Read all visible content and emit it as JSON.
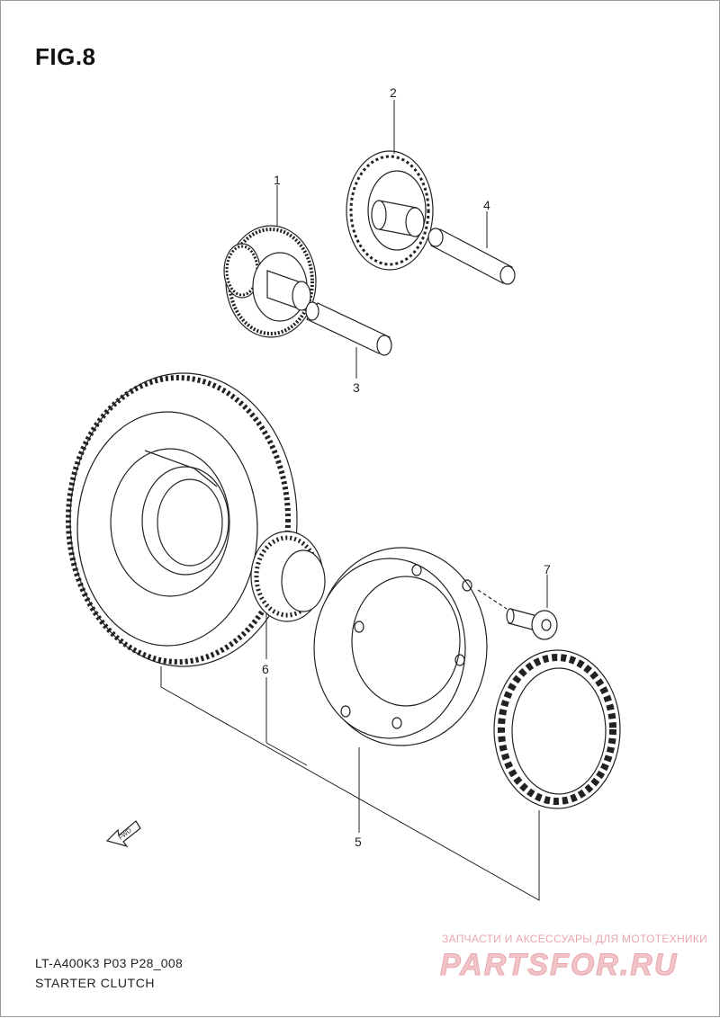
{
  "figure": {
    "title": "FIG.8"
  },
  "parts": [
    {
      "ref": "1"
    },
    {
      "ref": "2"
    },
    {
      "ref": "3"
    },
    {
      "ref": "4"
    },
    {
      "ref": "5"
    },
    {
      "ref": "6"
    },
    {
      "ref": "7"
    }
  ],
  "direction_arrow": {
    "label": "FWD"
  },
  "footer": {
    "code": "LT-A400K3 P03 P28_008",
    "name": "STARTER CLUTCH"
  },
  "watermark": {
    "tagline": "ЗАПЧАСТИ И АКСЕССУАРЫ ДЛЯ МОТОТЕХНИКИ",
    "brand": "PARTSFOR.RU",
    "color": "#e9a7ad"
  }
}
